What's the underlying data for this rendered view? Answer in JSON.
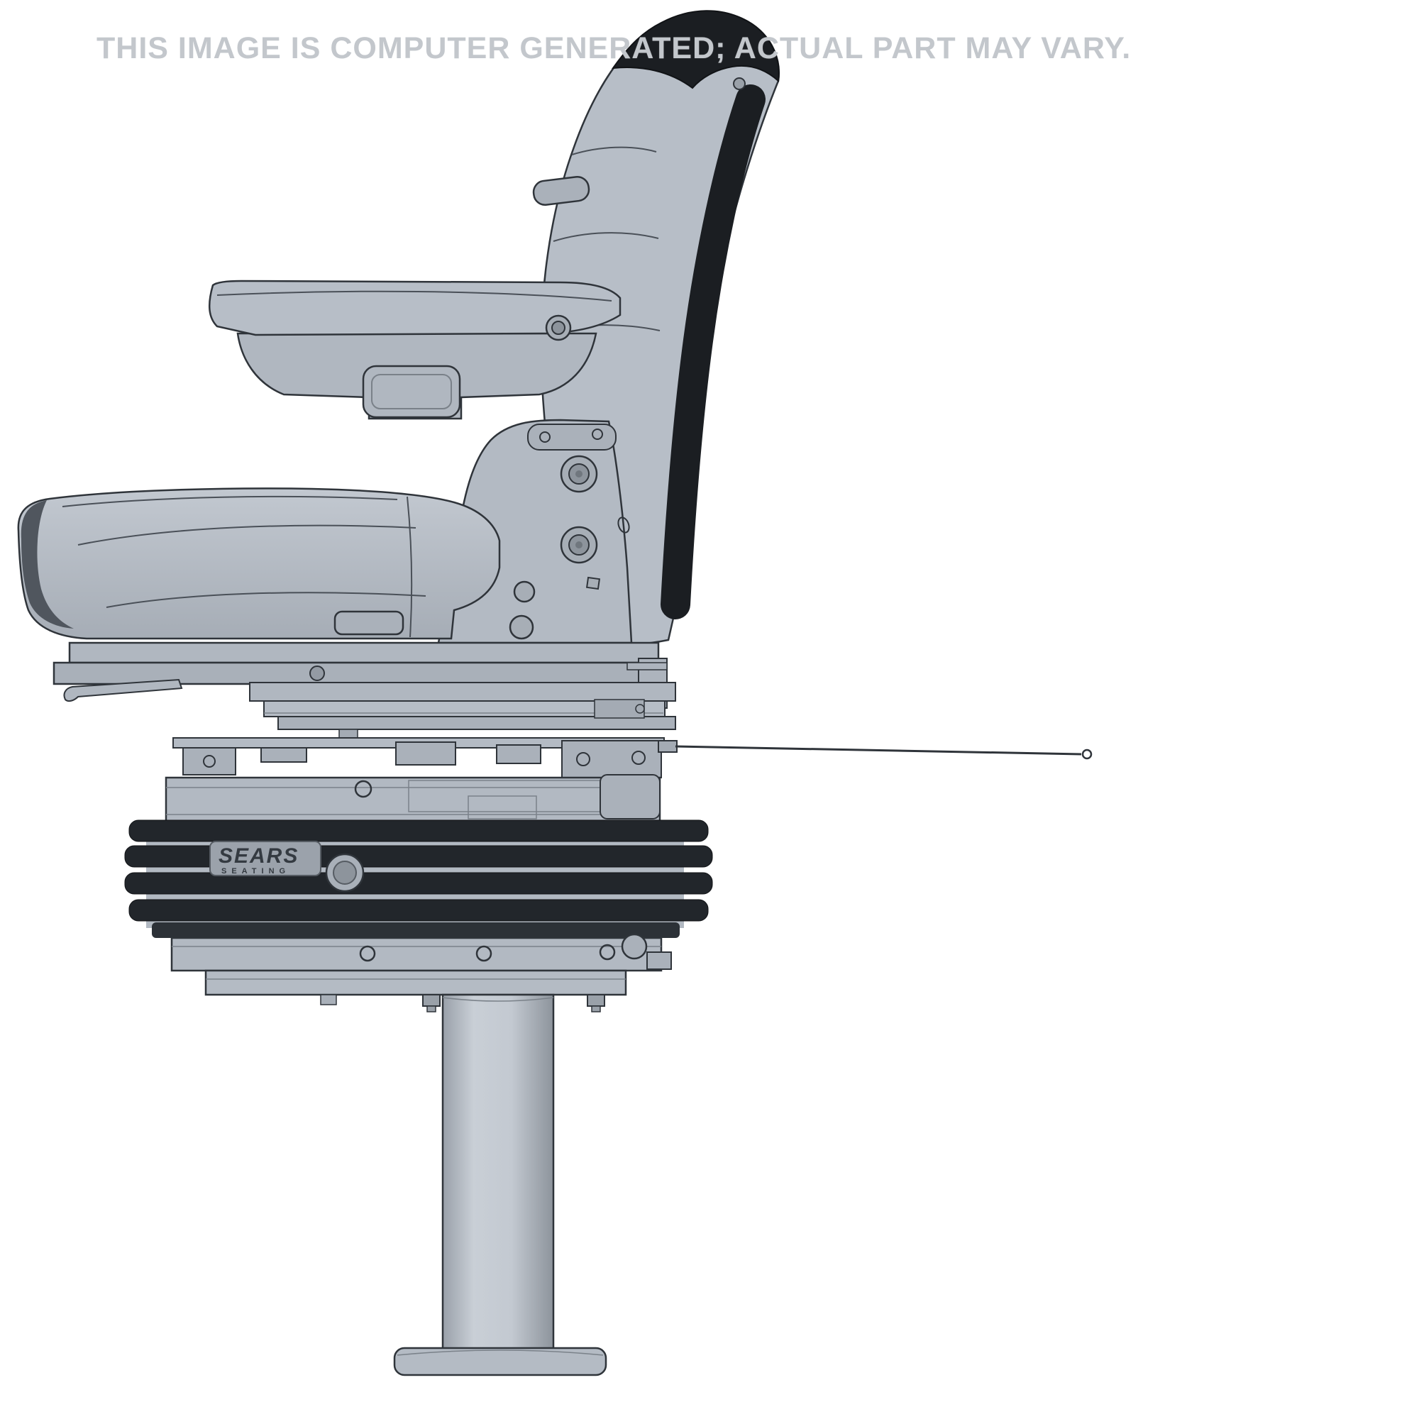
{
  "watermark": {
    "text": "THIS IMAGE IS COMPUTER GENERATED; ACTUAL PART MAY VARY."
  },
  "brand": {
    "name": "SEARS",
    "tagline": "SEATING"
  },
  "alt_text": "Side-profile CAD render of a gray mechanical-suspension seat with armrest, recliner bracket, scissor suspension, bellows housing and pedestal floor mount",
  "colors": {
    "background": "#ffffff",
    "body_light": "#b7bec7",
    "body_mid": "#a9b0b9",
    "body_shadow": "#8d949c",
    "outline": "#2f343a",
    "dark_shell": "#1b1e22",
    "bellows_dark": "#22262b",
    "watermark_gray": "#c3c7cc"
  }
}
